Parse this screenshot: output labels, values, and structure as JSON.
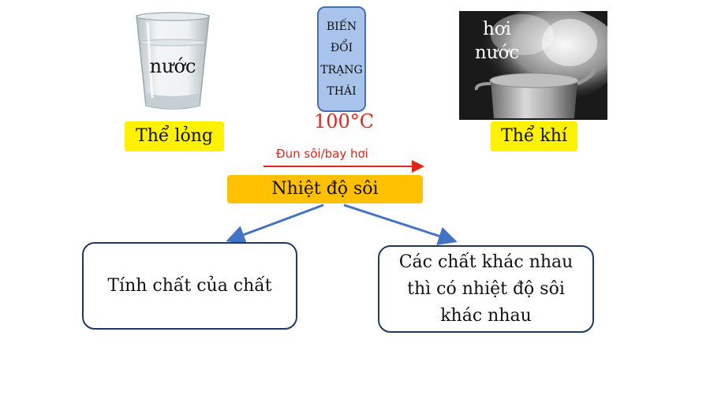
{
  "liquid": {
    "image_label": "nước",
    "state_label": "Thể lỏng"
  },
  "process": {
    "lines": [
      "BIẾN",
      "ĐỔI",
      "TRẠNG",
      "THÁI"
    ],
    "temperature": "100°C"
  },
  "gas": {
    "image_label_line1": "hơi",
    "image_label_line2": "nước",
    "state_label": "Thể khí"
  },
  "arrow": {
    "caption": "Đun sôi/bay hơi"
  },
  "boiling_point": {
    "label": "Nhiệt độ sôi"
  },
  "cards": {
    "left": "Tính chất của chất",
    "right_line1": "Các chất khác nhau",
    "right_line2": "thì có nhiệt độ sôi",
    "right_line3": "khác nhau"
  },
  "colors": {
    "red": "#e0261b",
    "yellow": "#fff200",
    "orange": "#ffc000",
    "blue_arrow": "#4472c4",
    "card_border": "#1f3864",
    "process_fill": "#a9c4eb"
  }
}
